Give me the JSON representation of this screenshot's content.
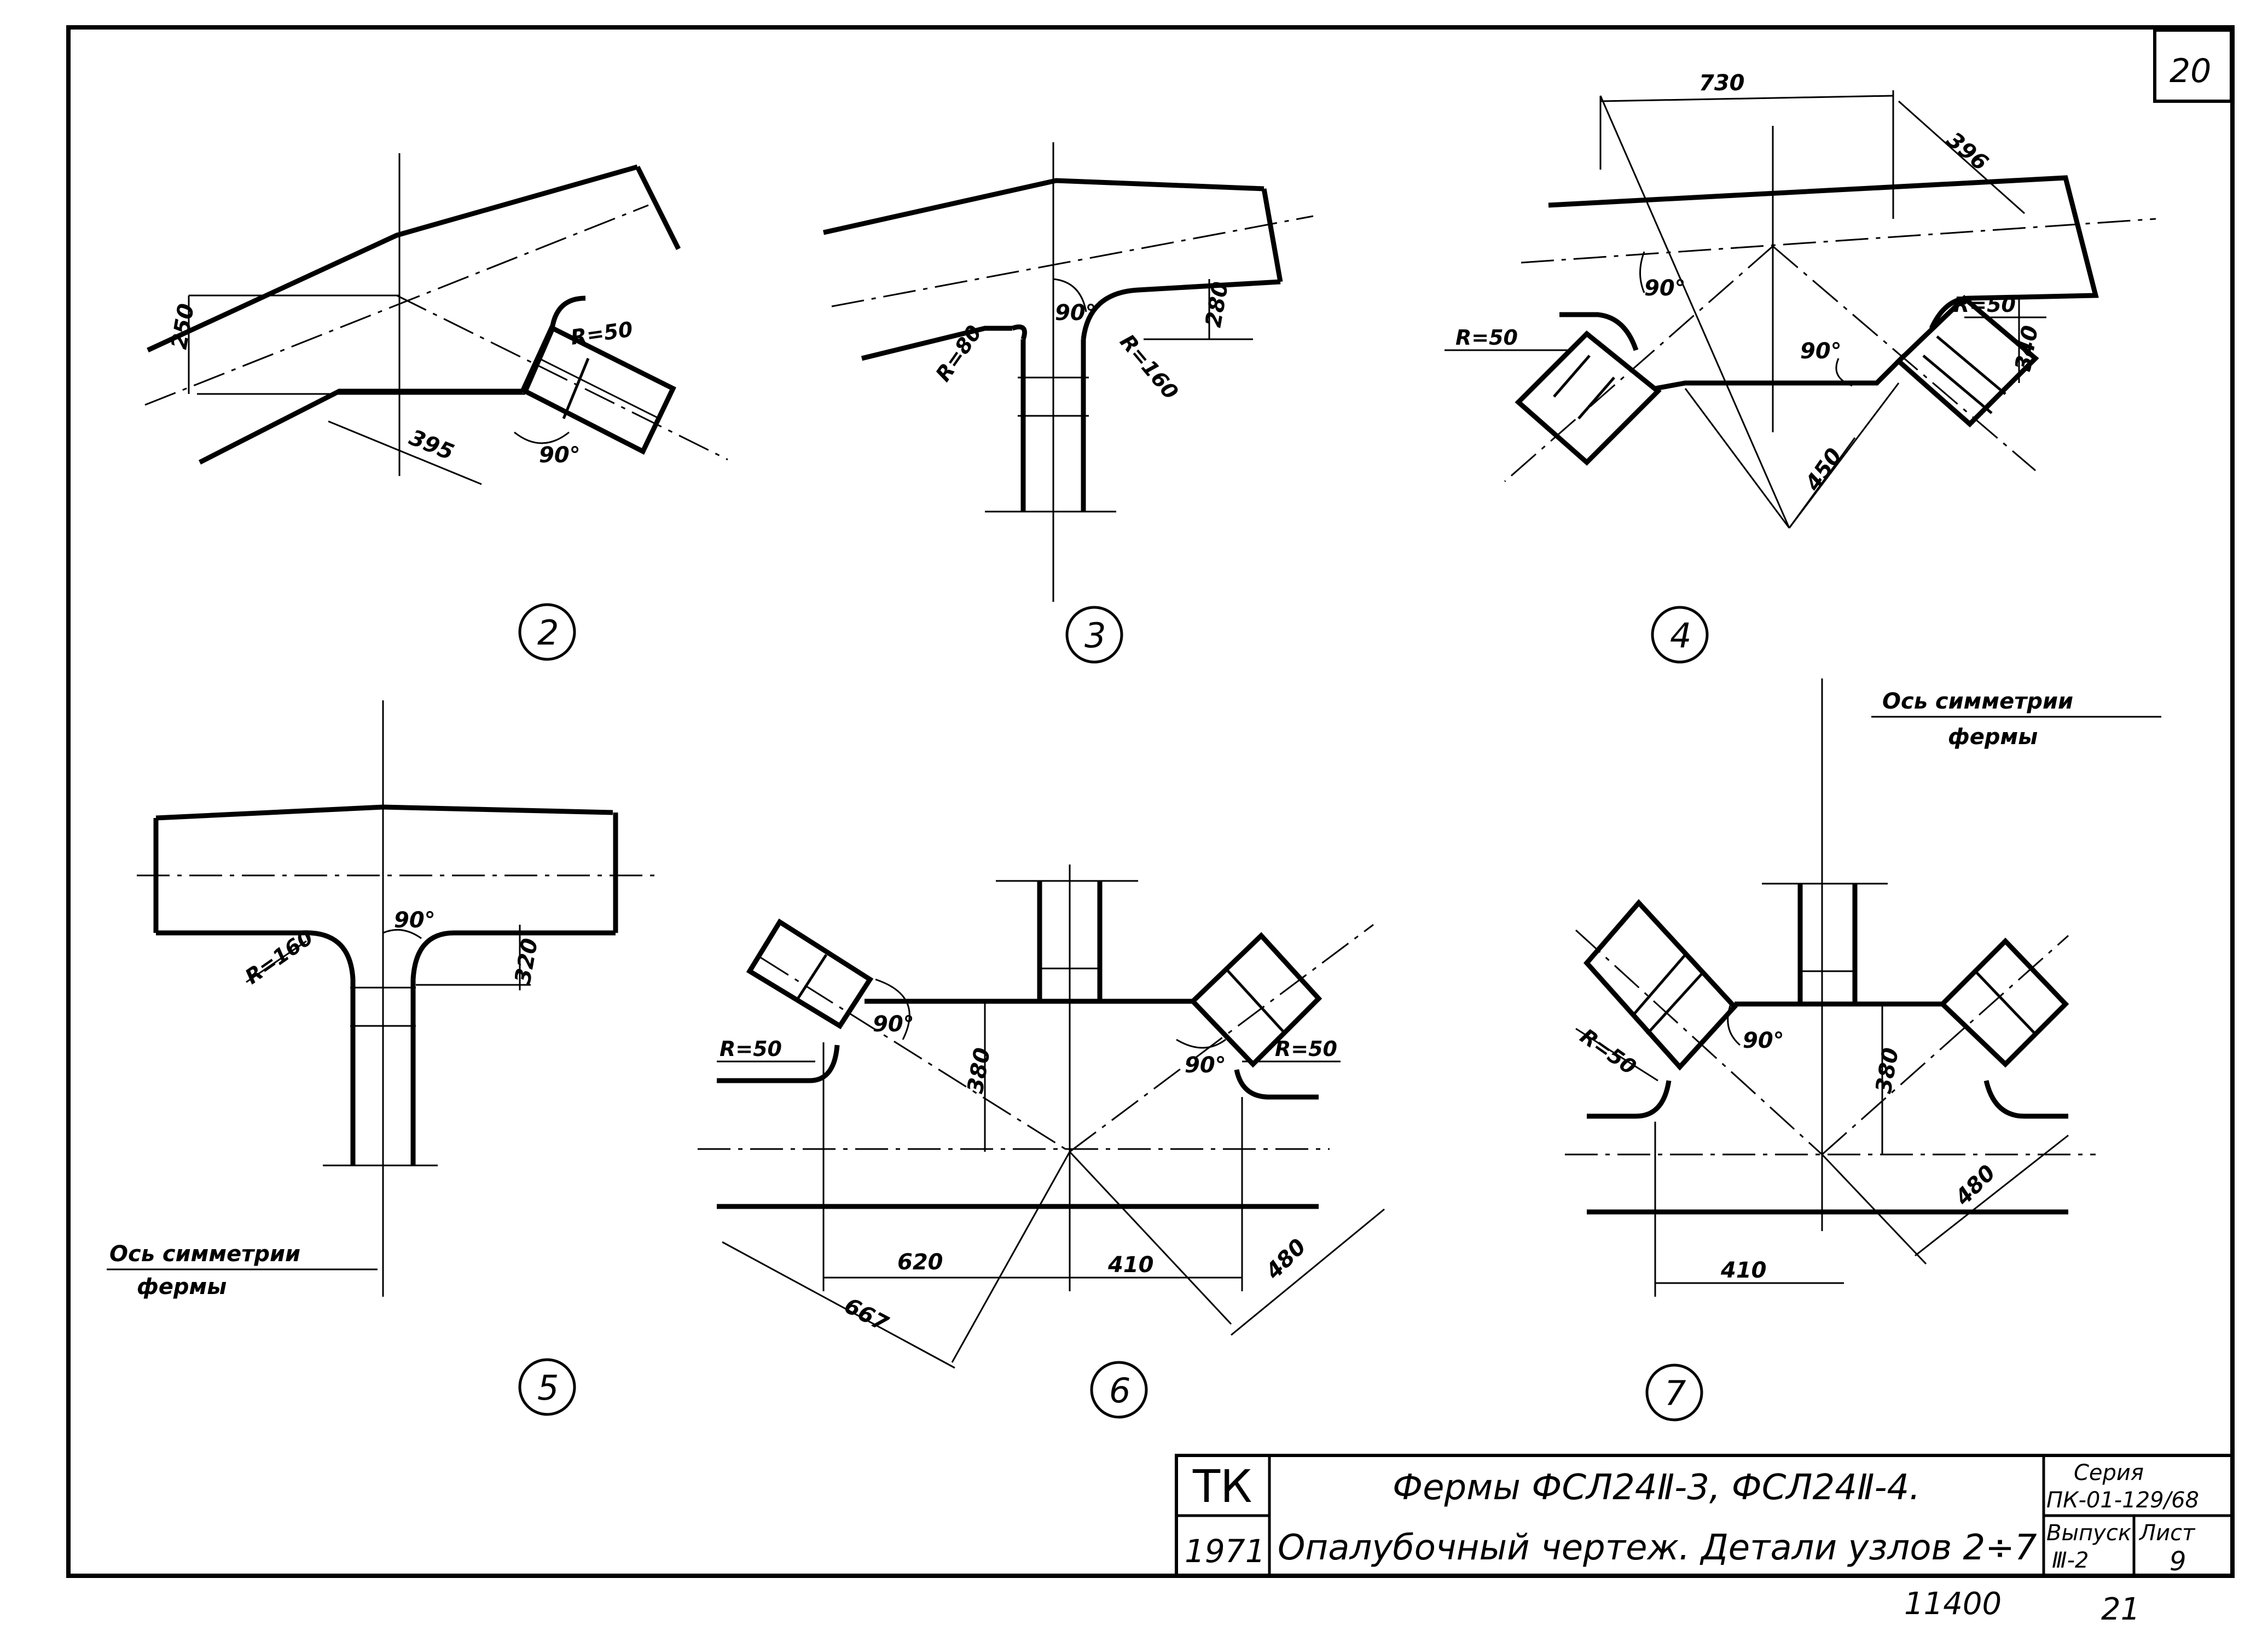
{
  "sheet": {
    "page_number": "20",
    "bottom_number": "11400",
    "bottom_page": "21"
  },
  "title_block": {
    "org": "ТК",
    "year": "1971",
    "title_line1": "Фермы   ФСЛ24Ⅱ-3,  ФСЛ24Ⅱ-4.",
    "title_line2": "Опалубочный чертеж. Детали узлов 2÷7",
    "series_label": "Серия",
    "series_value": "ПК-01-129/68",
    "issue_label": "Выпуск",
    "issue_value": "Ⅲ-2",
    "sheet_label": "Лист",
    "sheet_value": "9"
  },
  "nodes": {
    "n2": {
      "label": "2",
      "dims": [
        "250",
        "395"
      ],
      "radius": "R=50",
      "angle": "90°"
    },
    "n3": {
      "label": "3",
      "dims": [
        "280"
      ],
      "radius_a": "R=80",
      "radius_b": "R=160",
      "angle": "90°"
    },
    "n4": {
      "label": "4",
      "dims": [
        "730",
        "396",
        "450",
        "340"
      ],
      "radius_a": "R=50",
      "radius_b": "R=50",
      "angle_a": "90°",
      "angle_b": "90°"
    },
    "n5": {
      "label": "5",
      "dims": [
        "320"
      ],
      "radius": "R=160",
      "angle": "90°",
      "axis_label_1": "Ось симметрии",
      "axis_label_2": "фермы"
    },
    "n6": {
      "label": "6",
      "dims": [
        "380",
        "620",
        "410",
        "480",
        "667"
      ],
      "radius_a": "R=50",
      "radius_b": "R=50",
      "angle_a": "90°",
      "angle_b": "90°"
    },
    "n7": {
      "label": "7",
      "dims": [
        "380",
        "410",
        "480"
      ],
      "radius": "R=50",
      "angle": "90°",
      "axis_label_1": "Ось симметрии",
      "axis_label_2": "фермы"
    }
  }
}
